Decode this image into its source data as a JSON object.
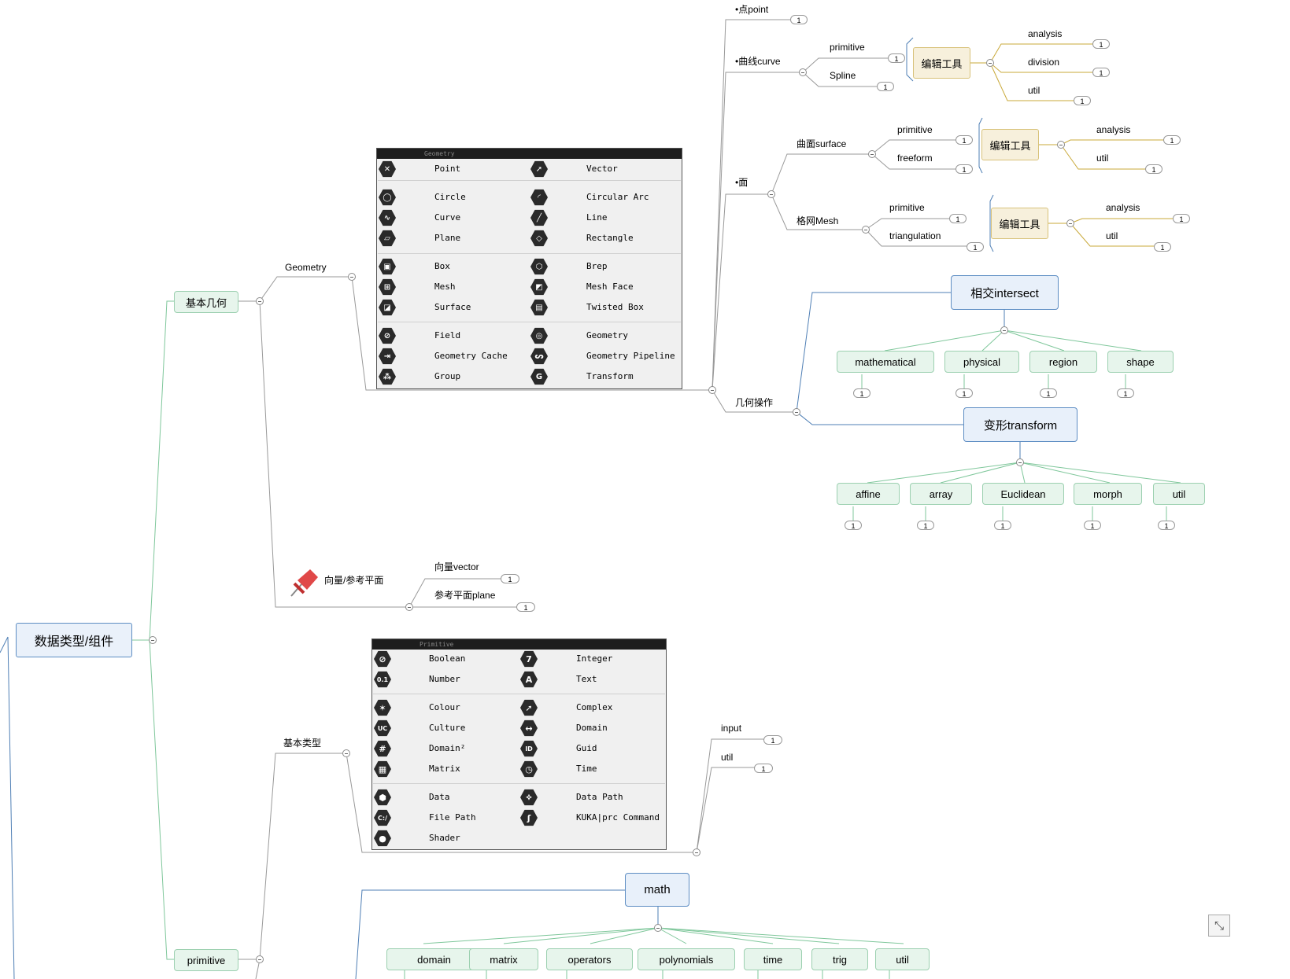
{
  "root": "数据类型/组件",
  "branches": {
    "basic_geometry": "基本几何",
    "primitive": "primitive",
    "geometry": "Geometry",
    "vector_plane": "向量/参考平面",
    "vector": "向量vector",
    "ref_plane": "参考平面plane",
    "basic_types": "基本类型",
    "input": "input",
    "util": "util"
  },
  "geometry_sub": {
    "point": "•点point",
    "curve": "•曲线curve",
    "surface_root": "•面",
    "curve_primitive": "primitive",
    "curve_spline": "Spline",
    "surface": "曲面surface",
    "surface_primitive": "primitive",
    "surface_freeform": "freeform",
    "mesh": "格网Mesh",
    "mesh_primitive": "primitive",
    "mesh_triangulation": "triangulation",
    "edit_tool": "编辑工具",
    "analysis": "analysis",
    "division": "division",
    "util": "util",
    "geometry_ops": "几何操作"
  },
  "intersect": {
    "title": "相交intersect",
    "children": [
      "mathematical",
      "physical",
      "region",
      "shape"
    ]
  },
  "transform": {
    "title": "变形transform",
    "children": [
      "affine",
      "array",
      "Euclidean",
      "morph",
      "util"
    ]
  },
  "math": {
    "title": "math",
    "children": [
      "domain",
      "matrix",
      "operators",
      "polynomials",
      "time",
      "trig",
      "util"
    ]
  },
  "badge_count": "1",
  "geometry_panel": {
    "title": "Geometry",
    "items": [
      {
        "name": "Point",
        "glyph": "✕"
      },
      {
        "name": "Vector",
        "glyph": "➚"
      },
      {
        "name": "Circle",
        "glyph": "◯"
      },
      {
        "name": "Circular Arc",
        "glyph": "◜"
      },
      {
        "name": "Curve",
        "glyph": "∿"
      },
      {
        "name": "Line",
        "glyph": "╱"
      },
      {
        "name": "Plane",
        "glyph": "▱"
      },
      {
        "name": "Rectangle",
        "glyph": "◇"
      },
      {
        "name": "Box",
        "glyph": "▣"
      },
      {
        "name": "Brep",
        "glyph": "⬡"
      },
      {
        "name": "Mesh",
        "glyph": "⊞"
      },
      {
        "name": "Mesh Face",
        "glyph": "◩"
      },
      {
        "name": "Surface",
        "glyph": "◪"
      },
      {
        "name": "Twisted Box",
        "glyph": "▤"
      },
      {
        "name": "Field",
        "glyph": "⊘"
      },
      {
        "name": "Geometry",
        "glyph": "◎"
      },
      {
        "name": "Geometry Cache",
        "glyph": "⇥"
      },
      {
        "name": "Geometry Pipeline",
        "glyph": "ᔕ"
      },
      {
        "name": "Group",
        "glyph": "⁂"
      },
      {
        "name": "Transform",
        "glyph": "G"
      }
    ]
  },
  "primitive_panel": {
    "title": "Primitive",
    "items": [
      {
        "name": "Boolean",
        "glyph": "⊘"
      },
      {
        "name": "Integer",
        "glyph": "7"
      },
      {
        "name": "Number",
        "glyph": "0.1"
      },
      {
        "name": "Text",
        "glyph": "A"
      },
      {
        "name": "Colour",
        "glyph": "✶"
      },
      {
        "name": "Complex",
        "glyph": "➚"
      },
      {
        "name": "Culture",
        "glyph": "UC"
      },
      {
        "name": "Domain",
        "glyph": "↔"
      },
      {
        "name": "Domain²",
        "glyph": "#"
      },
      {
        "name": "Guid",
        "glyph": "ID"
      },
      {
        "name": "Matrix",
        "glyph": "▦"
      },
      {
        "name": "Time",
        "glyph": "◷"
      },
      {
        "name": "Data",
        "glyph": "⬢"
      },
      {
        "name": "Data Path",
        "glyph": "⟡"
      },
      {
        "name": "File Path",
        "glyph": "C:/"
      },
      {
        "name": "KUKA|prc Command",
        "glyph": "ʃ"
      },
      {
        "name": "Shader",
        "glyph": "●"
      }
    ]
  },
  "colors": {
    "blue_line": "#4f7fb5",
    "green_line": "#7fc79b",
    "gold_line": "#c9a93a",
    "gray_line": "#999999"
  }
}
